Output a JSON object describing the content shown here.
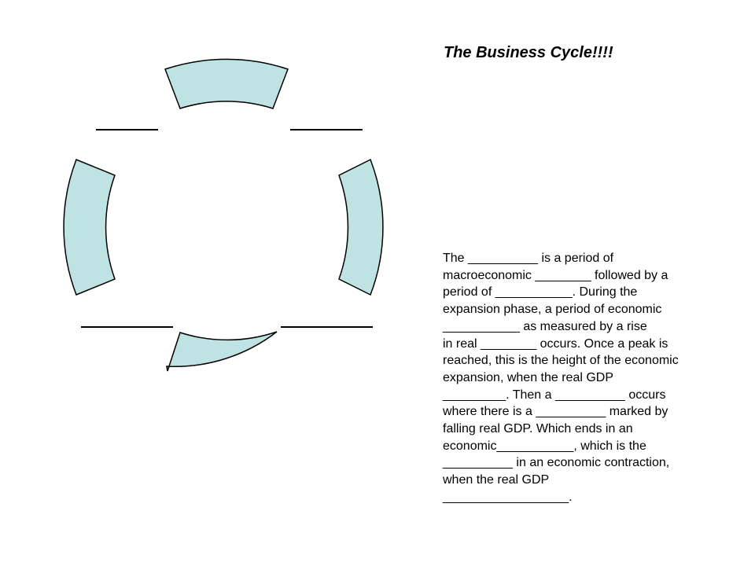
{
  "title": "The Business Cycle!!!!",
  "diagram": {
    "segment_fill": "#bfe3e3",
    "segment_stroke": "#000000",
    "segments": [
      "top",
      "right",
      "bottom",
      "left"
    ],
    "blank_labels": [
      "top-left",
      "top-right",
      "bottom-left",
      "bottom-right"
    ]
  },
  "worksheet_lines": [
    "The __________ is a period of",
    "macroeconomic ________ followed by a",
    "period of ___________.  During the",
    "expansion phase, a period of economic",
    "___________ as measured by a rise",
    "in real ________ occurs.  Once a peak is",
    "reached, this is the height of the economic",
    "expansion, when the real GDP",
    "_________.  Then a __________ occurs",
    "where there is a __________ marked by",
    "falling real GDP.  Which ends in an",
    "economic___________, which is the",
    "__________ in an economic contraction,",
    "when the real GDP",
    "__________________."
  ]
}
